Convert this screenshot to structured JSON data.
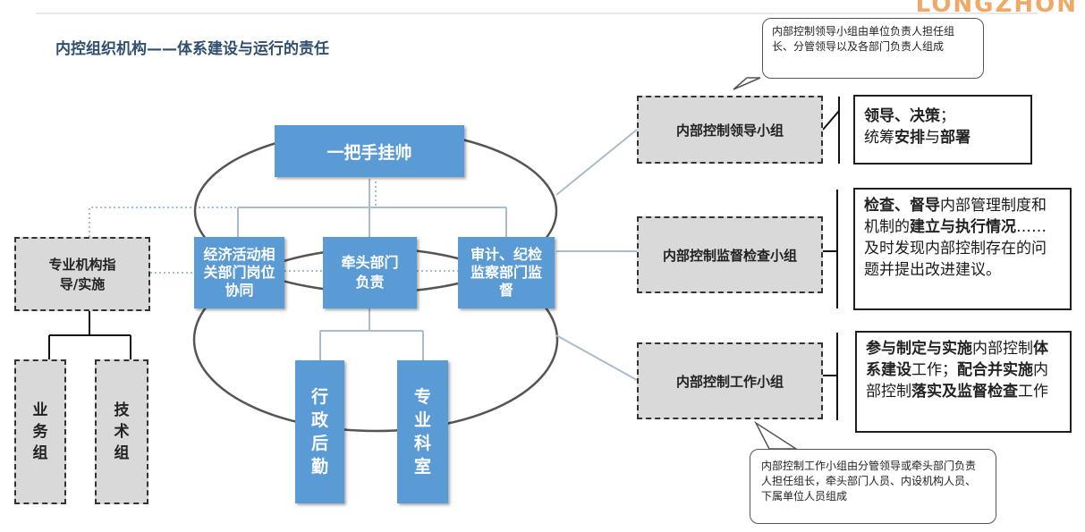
{
  "title": "内控组织机构——体系建设与运行的责任",
  "logo_text": "LONGZHON",
  "nodes": {
    "top": "一把手挂帅",
    "econ": "经济活动相关部门岗位协同",
    "lead_dept": "牵头部门负责",
    "audit": "审计、纪检监察部门监督",
    "admin": "行政后勤",
    "special": "专业科室",
    "pro_org": "专业机构指导/实施",
    "biz_group": "业务组",
    "tech_group": "技术组"
  },
  "groups": {
    "leadership": "内部控制领导小组",
    "supervision": "内部控制监督检查小组",
    "work": "内部控制工作小组"
  },
  "descriptions": {
    "leadership": {
      "b1": "领导、决策",
      "t1": "；",
      "t2": "统筹",
      "b2": "安排",
      "t3": "与",
      "b3": "部署"
    },
    "supervision": {
      "b1": "检查、督导",
      "t1": "内部管理制度和机制的",
      "b2": "建立与执行情况",
      "t2": "……及时发现内部控制存在的问题并提出改进建议。"
    },
    "work": {
      "b1": "参与制定与实施",
      "t1": "内部控制",
      "b2": "体系建设",
      "t2": "工作；",
      "b3": "配合并实施",
      "t3": "内部控制",
      "b4": "落实及监督检查",
      "t4": "工作"
    }
  },
  "callouts": {
    "top": "内部控制领导小组由单位负责人担任组长、分管领导以及各部门负责人组成",
    "bottom": "内部控制工作小组由分管领导或牵头部门负责人担任组长，牵头部门人员、内设机构人员、下属单位人员组成"
  }
}
